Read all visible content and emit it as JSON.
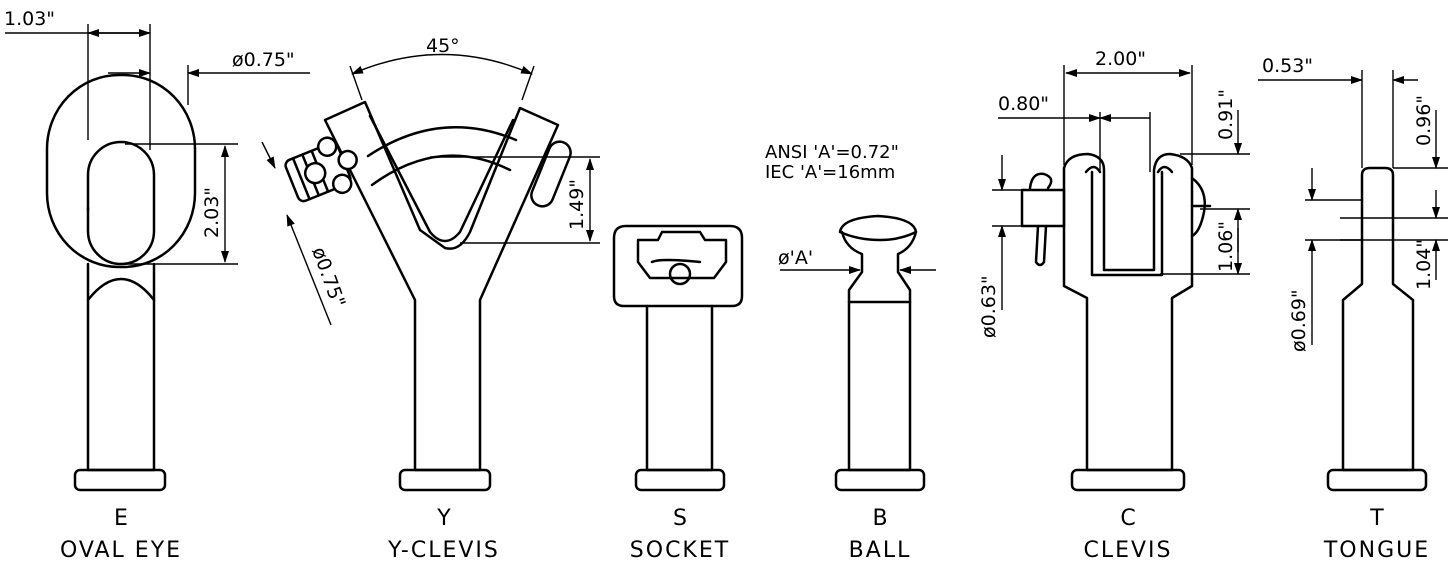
{
  "fittings": [
    {
      "code": "E",
      "name": "OVAL EYE"
    },
    {
      "code": "Y",
      "name": "Y-CLEVIS"
    },
    {
      "code": "S",
      "name": "SOCKET"
    },
    {
      "code": "B",
      "name": "BALL"
    },
    {
      "code": "C",
      "name": "CLEVIS"
    },
    {
      "code": "T",
      "name": "TONGUE"
    }
  ],
  "dimensions": {
    "oval_eye_width": "1.03\"",
    "oval_eye_pin_dia": "ø0.75\"",
    "oval_eye_slot": "2.03\"",
    "yclevis_angle": "45°",
    "yclevis_slot": "1.49\"",
    "yclevis_pin_dia": "ø0.75\"",
    "ball_a": "ø'A'",
    "ball_ansi": "ANSI 'A'=0.72\"",
    "ball_iec": "IEC 'A'=16mm",
    "clevis_width": "2.00\"",
    "clevis_gap": "0.80\"",
    "clevis_top": "0.91\"",
    "clevis_pin_pos": "1.06\"",
    "clevis_pin_dia": "ø0.63\"",
    "tongue_thickness": "0.53\"",
    "tongue_top": "0.96\"",
    "tongue_hole_pos": "1.04\"",
    "tongue_hole_dia": "ø0.69\""
  }
}
